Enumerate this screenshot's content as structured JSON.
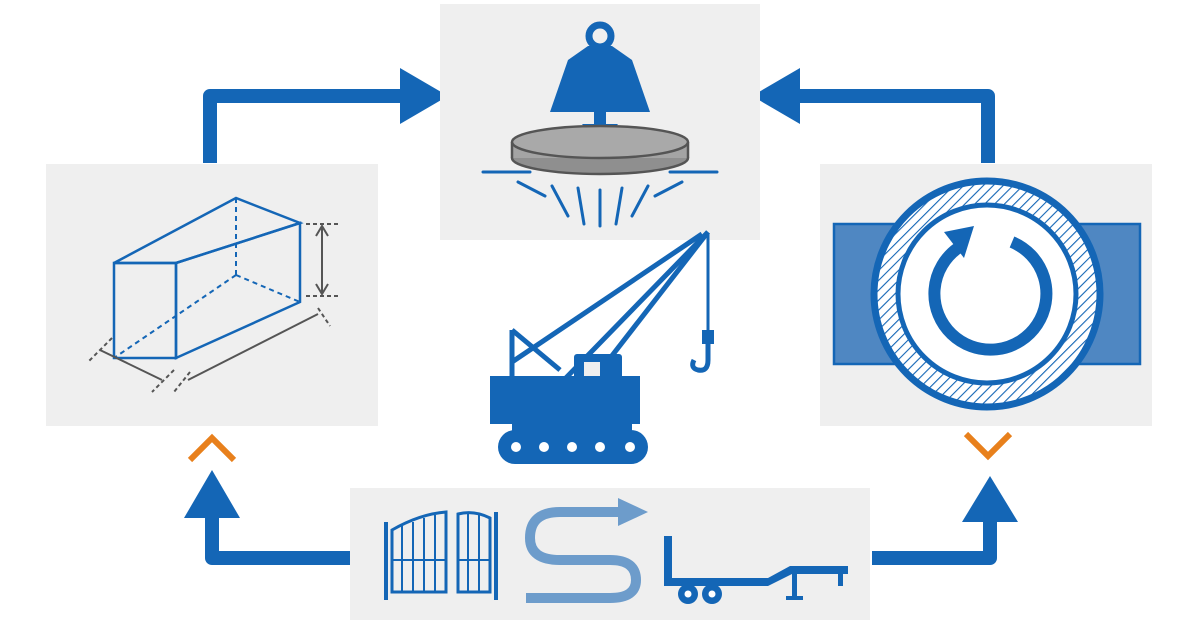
{
  "colors": {
    "blue": "#1466b6",
    "light_blue": "#6d9ccb",
    "panel": "#efefef",
    "accent": "#e8801c",
    "mid_blue": "#4f87c2",
    "gray": "#555555",
    "disc": "#9a9a9a"
  },
  "diagram": {
    "panels": [
      {
        "id": "weight",
        "icon": "weight-on-plate-icon"
      },
      {
        "id": "dimensions",
        "icon": "box-dimensions-icon"
      },
      {
        "id": "rotation",
        "icon": "rotating-ring-icon"
      },
      {
        "id": "transport",
        "icons": [
          "gate-icon",
          "route-icon",
          "trailer-icon"
        ]
      }
    ],
    "center_icon": "crawler-crane-icon",
    "flow": [
      "transport-to-dimensions",
      "dimensions-to-weight",
      "rotation-to-weight",
      "transport-to-rotation"
    ],
    "accent_markers": [
      "up-chevron",
      "down-chevron"
    ]
  }
}
